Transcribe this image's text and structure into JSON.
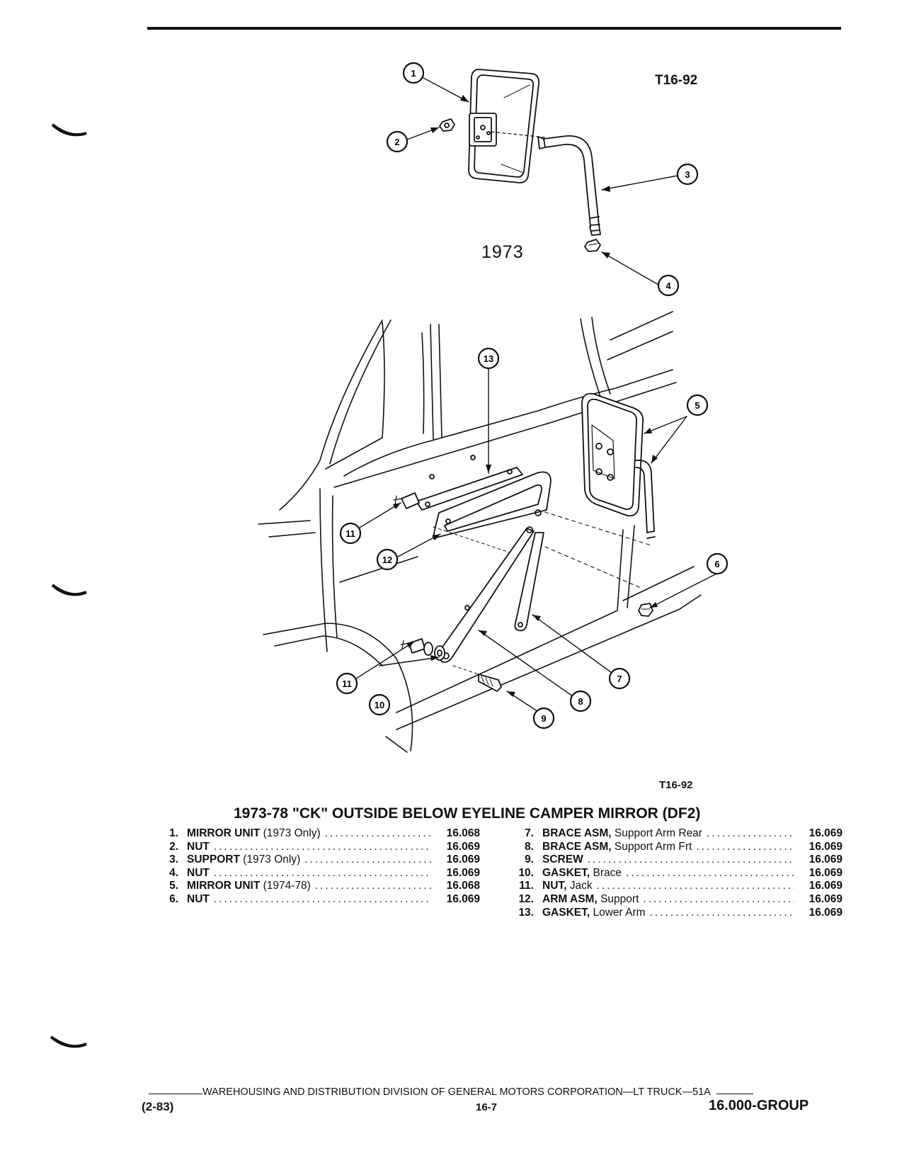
{
  "figure": {
    "code_top": "T16-92",
    "code_bottom": "T16-92",
    "year_label": "1973",
    "callouts": [
      "1",
      "2",
      "3",
      "4",
      "5",
      "6",
      "7",
      "8",
      "9",
      "10",
      "11",
      "11",
      "12",
      "13"
    ]
  },
  "section_title": "1973-78 \"CK\" OUTSIDE BELOW EYELINE CAMPER MIRROR (DF2)",
  "parts_left": [
    {
      "num": "1.",
      "name": "MIRROR UNIT",
      "desc": " (1973 Only)",
      "ref": "16.068"
    },
    {
      "num": "2.",
      "name": "NUT",
      "desc": "",
      "ref": "16.069"
    },
    {
      "num": "3.",
      "name": "SUPPORT",
      "desc": " (1973 Only)",
      "ref": "16.069"
    },
    {
      "num": "4.",
      "name": "NUT",
      "desc": "",
      "ref": "16.069"
    },
    {
      "num": "5.",
      "name": "MIRROR UNIT",
      "desc": " (1974-78)",
      "ref": "16.068"
    },
    {
      "num": "6.",
      "name": "NUT",
      "desc": "",
      "ref": "16.069"
    }
  ],
  "parts_right": [
    {
      "num": "7.",
      "name": "BRACE ASM,",
      "desc": " Support Arm Rear",
      "ref": "16.069"
    },
    {
      "num": "8.",
      "name": "BRACE ASM,",
      "desc": " Support Arm Frt",
      "ref": "16.069"
    },
    {
      "num": "9.",
      "name": "SCREW",
      "desc": "",
      "ref": "16.069"
    },
    {
      "num": "10.",
      "name": "GASKET,",
      "desc": " Brace",
      "ref": "16.069"
    },
    {
      "num": "11.",
      "name": "NUT,",
      "desc": " Jack",
      "ref": "16.069"
    },
    {
      "num": "12.",
      "name": "ARM ASM,",
      "desc": " Support",
      "ref": "16.069"
    },
    {
      "num": "13.",
      "name": "GASKET,",
      "desc": " Lower Arm",
      "ref": "16.069"
    }
  ],
  "footer": {
    "division": "WAREHOUSING AND DISTRIBUTION  DIVISION OF GENERAL MOTORS CORPORATION—LT TRUCK—51A",
    "date": "(2-83)",
    "page": "16-7",
    "group": "16.000-GROUP"
  }
}
